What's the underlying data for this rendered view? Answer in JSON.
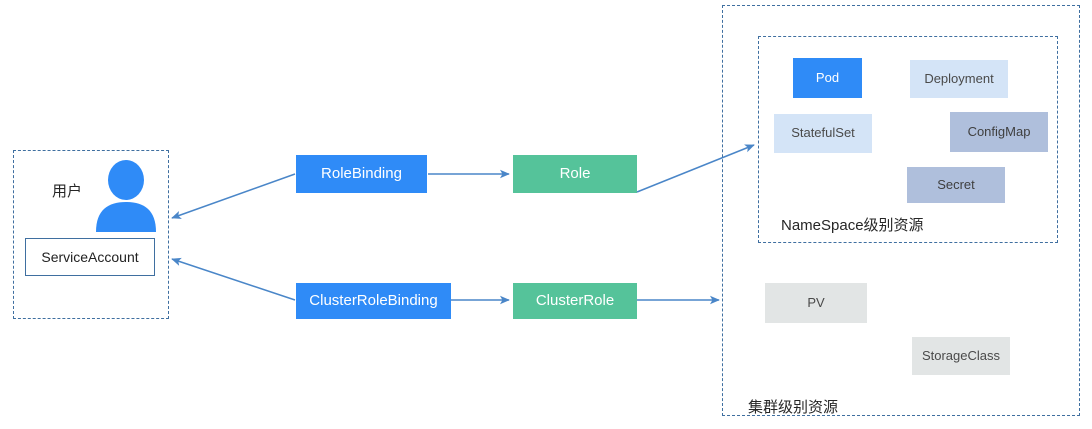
{
  "diagram": {
    "title": "Kubernetes RBAC authorization diagram",
    "colors": {
      "accent_blue": "#2f8bf7",
      "accent_green": "#55c39a",
      "pale_blue": "#d4e4f7",
      "steel_blue": "#afbfdc",
      "gray": "#e2e5e5",
      "dashed_border": "#3f6fa0",
      "arrow": "#4a86c8"
    },
    "subject_group": {
      "user_label": "用户",
      "service_account_label": "ServiceAccount"
    },
    "bindings": [
      {
        "label": "RoleBinding"
      },
      {
        "label": "ClusterRoleBinding"
      }
    ],
    "roles": [
      {
        "label": "Role"
      },
      {
        "label": "ClusterRole"
      }
    ],
    "namespace_scope": {
      "caption": "NameSpace级别资源",
      "resources": [
        {
          "label": "Pod",
          "style": "accent_blue"
        },
        {
          "label": "Deployment",
          "style": "pale_blue"
        },
        {
          "label": "StatefulSet",
          "style": "pale_blue"
        },
        {
          "label": "ConfigMap",
          "style": "steel_blue"
        },
        {
          "label": "Secret",
          "style": "steel_blue"
        }
      ]
    },
    "cluster_scope": {
      "caption": "集群级别资源",
      "resources": [
        {
          "label": "PV",
          "style": "gray"
        },
        {
          "label": "StorageClass",
          "style": "gray"
        }
      ]
    }
  }
}
